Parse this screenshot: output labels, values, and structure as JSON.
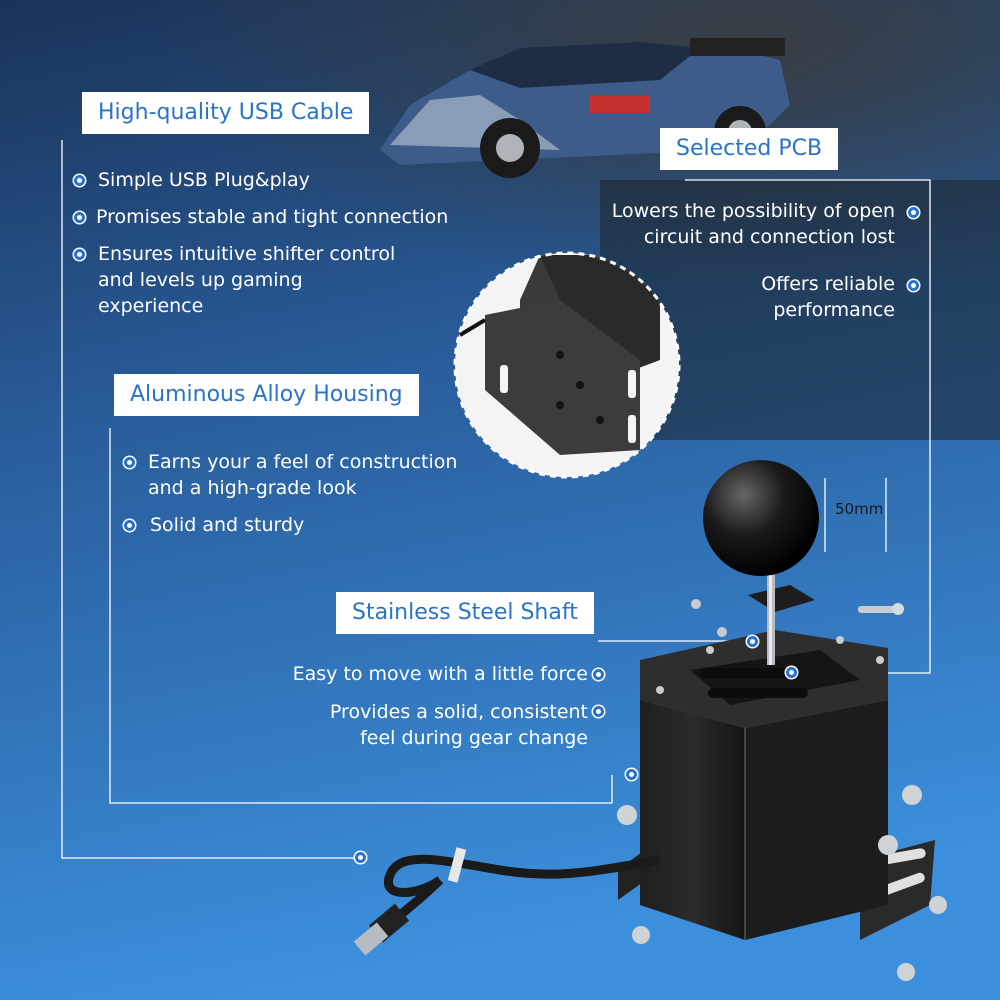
{
  "sections": {
    "usb_cable": {
      "title": "High-quality USB Cable",
      "bullets": [
        "Simple USB Plug&play",
        "Promises stable and tight connection",
        "Ensures intuitive shifter control",
        "and levels up gaming",
        "experience"
      ]
    },
    "pcb": {
      "title": "Selected PCB",
      "bullets": [
        "Lowers the possibility of open",
        "circuit and connection lost",
        "Offers reliable",
        "performance"
      ]
    },
    "housing": {
      "title": "Aluminous Alloy Housing",
      "bullets": [
        "Earns your a feel of construction",
        "and a high-grade look",
        "Solid and sturdy"
      ]
    },
    "shaft": {
      "title": "Stainless Steel Shaft",
      "bullets": [
        "Easy to move with a little force",
        "Provides a solid, consistent",
        "feel during gear change"
      ]
    }
  },
  "measurement": "50mm",
  "colors": {
    "accent": "#2a73c8",
    "background_top": "#1a3358",
    "background_bottom": "#3c8fdc"
  },
  "icons": [
    "rally-car-image",
    "shifter-image",
    "zoom-circle-image",
    "usb-plug-icon",
    "knob-icon"
  ]
}
